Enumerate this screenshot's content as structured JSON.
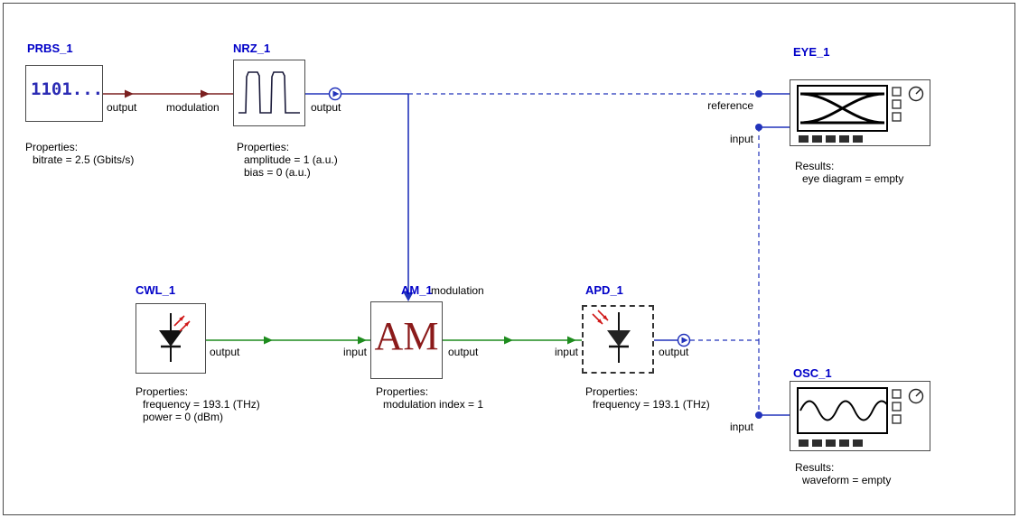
{
  "diagram": {
    "prbs": {
      "label": "PRBS_1",
      "icon_text": "1101...",
      "port_output": "output",
      "props_title": "Properties:",
      "props": [
        "bitrate = 2.5 (Gbits/s)"
      ]
    },
    "nrz": {
      "label": "NRZ_1",
      "port_modulation": "modulation",
      "port_output": "output",
      "props_title": "Properties:",
      "props": [
        "amplitude = 1 (a.u.)",
        "bias = 0 (a.u.)"
      ]
    },
    "eye": {
      "label": "EYE_1",
      "port_reference": "reference",
      "port_input": "input",
      "results_title": "Results:",
      "results": [
        "eye diagram = empty"
      ]
    },
    "cwl": {
      "label": "CWL_1",
      "port_output": "output",
      "props_title": "Properties:",
      "props": [
        "frequency = 193.1 (THz)",
        "power = 0 (dBm)"
      ]
    },
    "am": {
      "label": "AM_1",
      "icon_text": "AM",
      "port_modulation": "modulation",
      "port_input": "input",
      "port_output": "output",
      "props_title": "Properties:",
      "props": [
        "modulation index = 1"
      ]
    },
    "apd": {
      "label": "APD_1",
      "port_input": "input",
      "port_output": "output",
      "props_title": "Properties:",
      "props": [
        "frequency = 193.1 (THz)"
      ]
    },
    "osc": {
      "label": "OSC_1",
      "port_input": "input",
      "results_title": "Results:",
      "results": [
        "waveform = empty"
      ]
    }
  },
  "colors": {
    "component_label": "#0000C8",
    "electrical": "#2233BB",
    "optical": "#1E8C1E",
    "binary": "#7B2020",
    "am_text": "#8B1A1A"
  }
}
